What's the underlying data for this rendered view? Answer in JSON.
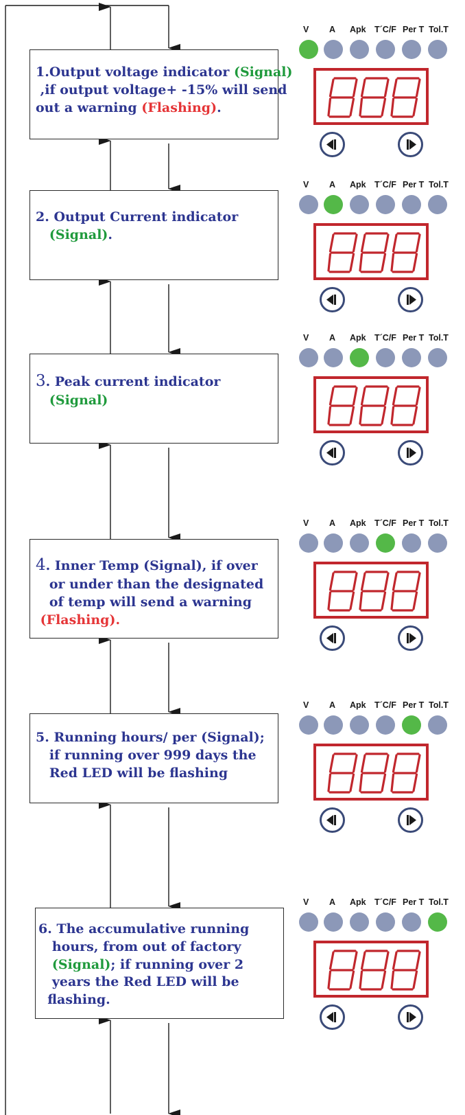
{
  "panel": {
    "labels": [
      "V",
      "A",
      "Apk",
      "T´C/F",
      "Per T",
      "Tol.T"
    ],
    "display_digits": "888",
    "active_color": "#54b848",
    "inactive_color": "#8c98b8",
    "display_color": "#c1272d",
    "buttons": [
      "left-arrow-icon",
      "right-arrow-icon"
    ]
  },
  "steps": [
    {
      "active_indicator": 0,
      "lines": [
        [
          {
            "t": "1.Output voltage indicator ",
            "c": "b"
          },
          {
            "t": "(Signal)",
            "c": "g"
          }
        ],
        [
          {
            "t": " ,if output voltage+ -15% will send",
            "c": "b"
          }
        ],
        [
          {
            "t": "out a warning ",
            "c": "b"
          },
          {
            "t": "(Flashing)",
            "c": "r"
          },
          {
            "t": ".",
            "c": "b"
          }
        ]
      ]
    },
    {
      "active_indicator": 1,
      "lines": [
        [
          {
            "t": "2. Output Current indicator",
            "c": "b"
          }
        ],
        [
          {
            "t": "   ",
            "c": "b"
          },
          {
            "t": "(Signal)",
            "c": "g"
          },
          {
            "t": ".",
            "c": "b"
          }
        ]
      ]
    },
    {
      "active_indicator": 2,
      "lines": [
        [
          {
            "t": "3",
            "c": "n"
          },
          {
            "t": ". Peak current indicator",
            "c": "b"
          }
        ],
        [
          {
            "t": "   ",
            "c": "b"
          },
          {
            "t": "(Signal)",
            "c": "g"
          }
        ]
      ]
    },
    {
      "active_indicator": 3,
      "lines": [
        [
          {
            "t": "4",
            "c": "n"
          },
          {
            "t": ". Inner Temp (Signal), if over",
            "c": "b"
          }
        ],
        [
          {
            "t": "   or under than the designated",
            "c": "b"
          }
        ],
        [
          {
            "t": "   of temp will send a warning",
            "c": "b"
          }
        ],
        [
          {
            "t": " (Flashing).",
            "c": "r"
          }
        ]
      ]
    },
    {
      "active_indicator": 4,
      "lines": [
        [
          {
            "t": "5. Running hours/ per (Signal);",
            "c": "b"
          }
        ],
        [
          {
            "t": "   if running over 999 days the",
            "c": "b"
          }
        ],
        [
          {
            "t": "   Red LED will be flashing",
            "c": "b"
          }
        ]
      ]
    },
    {
      "active_indicator": 5,
      "lines": [
        [
          {
            "t": "6. The accumulative running",
            "c": "b"
          }
        ],
        [
          {
            "t": "   hours, from out of factory",
            "c": "b"
          }
        ],
        [
          {
            "t": "   ",
            "c": "b"
          },
          {
            "t": "(Signal)",
            "c": "g"
          },
          {
            "t": "; if running over 2",
            "c": "b"
          }
        ],
        [
          {
            "t": "   years the Red LED will be",
            "c": "b"
          }
        ],
        [
          {
            "t": "  flashing.",
            "c": "b"
          }
        ]
      ]
    }
  ]
}
